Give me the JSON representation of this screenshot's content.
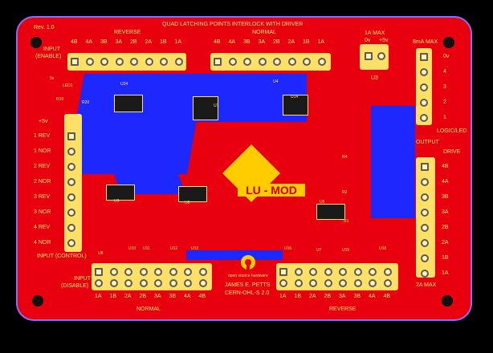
{
  "board": {
    "title": "QUAD LATCHING POINTS INTERLOCK WITH DRIVER",
    "rev": "Rev. 1.0",
    "logo_text": "LU - MOD",
    "oshw_text": "open source hardware",
    "author": "JAMES E. PETTS",
    "license": "CERN-OHL-S 2.0",
    "colors": {
      "pcb": "#e8000f",
      "copper": "#1d28ff",
      "silk": "#ffe066",
      "edge": "#8a6cff"
    }
  },
  "top_left": {
    "heading": "REVERSE",
    "input_label": "INPUT",
    "input_sub": "(ENABLE)",
    "pins": [
      "4B",
      "4A",
      "3B",
      "3A",
      "2B",
      "2A",
      "1B",
      "1A"
    ]
  },
  "top_right": {
    "heading": "NORMAL",
    "pins": [
      "4B",
      "4A",
      "3B",
      "3A",
      "2B",
      "2A",
      "1B",
      "1A"
    ]
  },
  "power": {
    "label": "1A MAX",
    "pins": [
      "0v",
      "+5v"
    ],
    "ref": "U3"
  },
  "logic_led": {
    "label": "8mA MAX",
    "footer": "LOGIC/LED",
    "pins": [
      "0v",
      "4",
      "3",
      "2",
      "1"
    ]
  },
  "control": {
    "top_label": "+5v",
    "footer": "INPUT (CONTROL)",
    "pins": [
      "1 REV",
      "1 NOR",
      "2 REV",
      "2 NOR",
      "3 REV",
      "3 NOR",
      "4 REV",
      "4 NOR"
    ]
  },
  "output": {
    "heading": "OUTPUT",
    "sub": "DRIVE",
    "footer": "2A MAX",
    "pins": [
      "4B",
      "4A",
      "3B",
      "3A",
      "2B",
      "2A",
      "1B",
      "1A"
    ]
  },
  "bottom_left": {
    "input_label": "INPUT",
    "input_sub": "(DISABLE)",
    "heading": "NORMAL",
    "pins": [
      "1A",
      "1B",
      "2A",
      "2B",
      "3A",
      "3B",
      "4A",
      "4B"
    ]
  },
  "bottom_right": {
    "heading": "REVERSE",
    "pins": [
      "1A",
      "1B",
      "2A",
      "2B",
      "3A",
      "3B",
      "4A",
      "4B"
    ]
  },
  "refs": [
    "5v",
    "LED1",
    "R19",
    "R20",
    "U24",
    "U4",
    "U14",
    "U8",
    "U1",
    "U5",
    "U6",
    "U9",
    "U10",
    "U11",
    "U12",
    "U13",
    "U16",
    "U7",
    "U15",
    "U18",
    "R1",
    "R2",
    "R4"
  ]
}
